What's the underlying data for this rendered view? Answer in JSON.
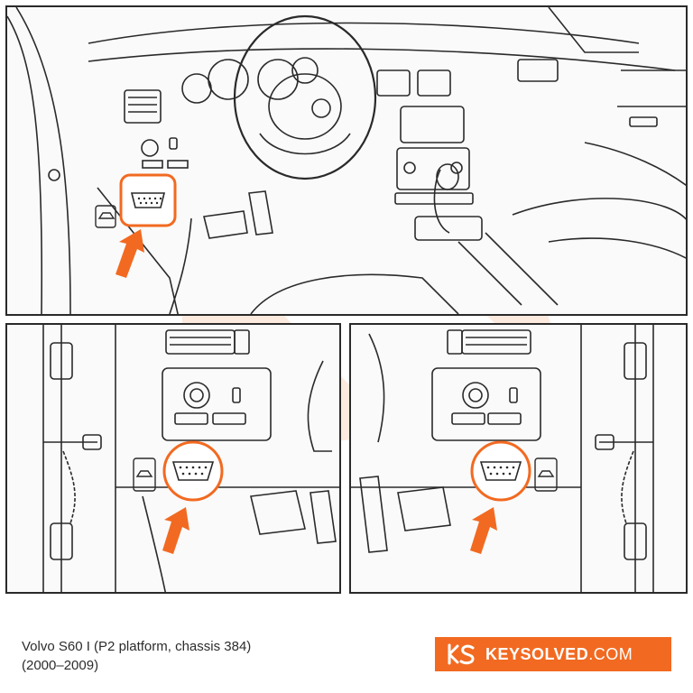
{
  "caption": {
    "line1": "Volvo S60 I (P2 platform, chassis 384)",
    "line2": "(2000–2009)"
  },
  "brand": {
    "name": "KEYSOLVED",
    "tld": ".COM",
    "color": "#f26a21"
  },
  "colors": {
    "accent": "#f26a21",
    "line": "#2a2a2a",
    "watermark": "#fbd9c4"
  },
  "icons": [
    "obd-port-icon",
    "arrow-icon",
    "car-lift-icon",
    "keysolved-logo"
  ]
}
